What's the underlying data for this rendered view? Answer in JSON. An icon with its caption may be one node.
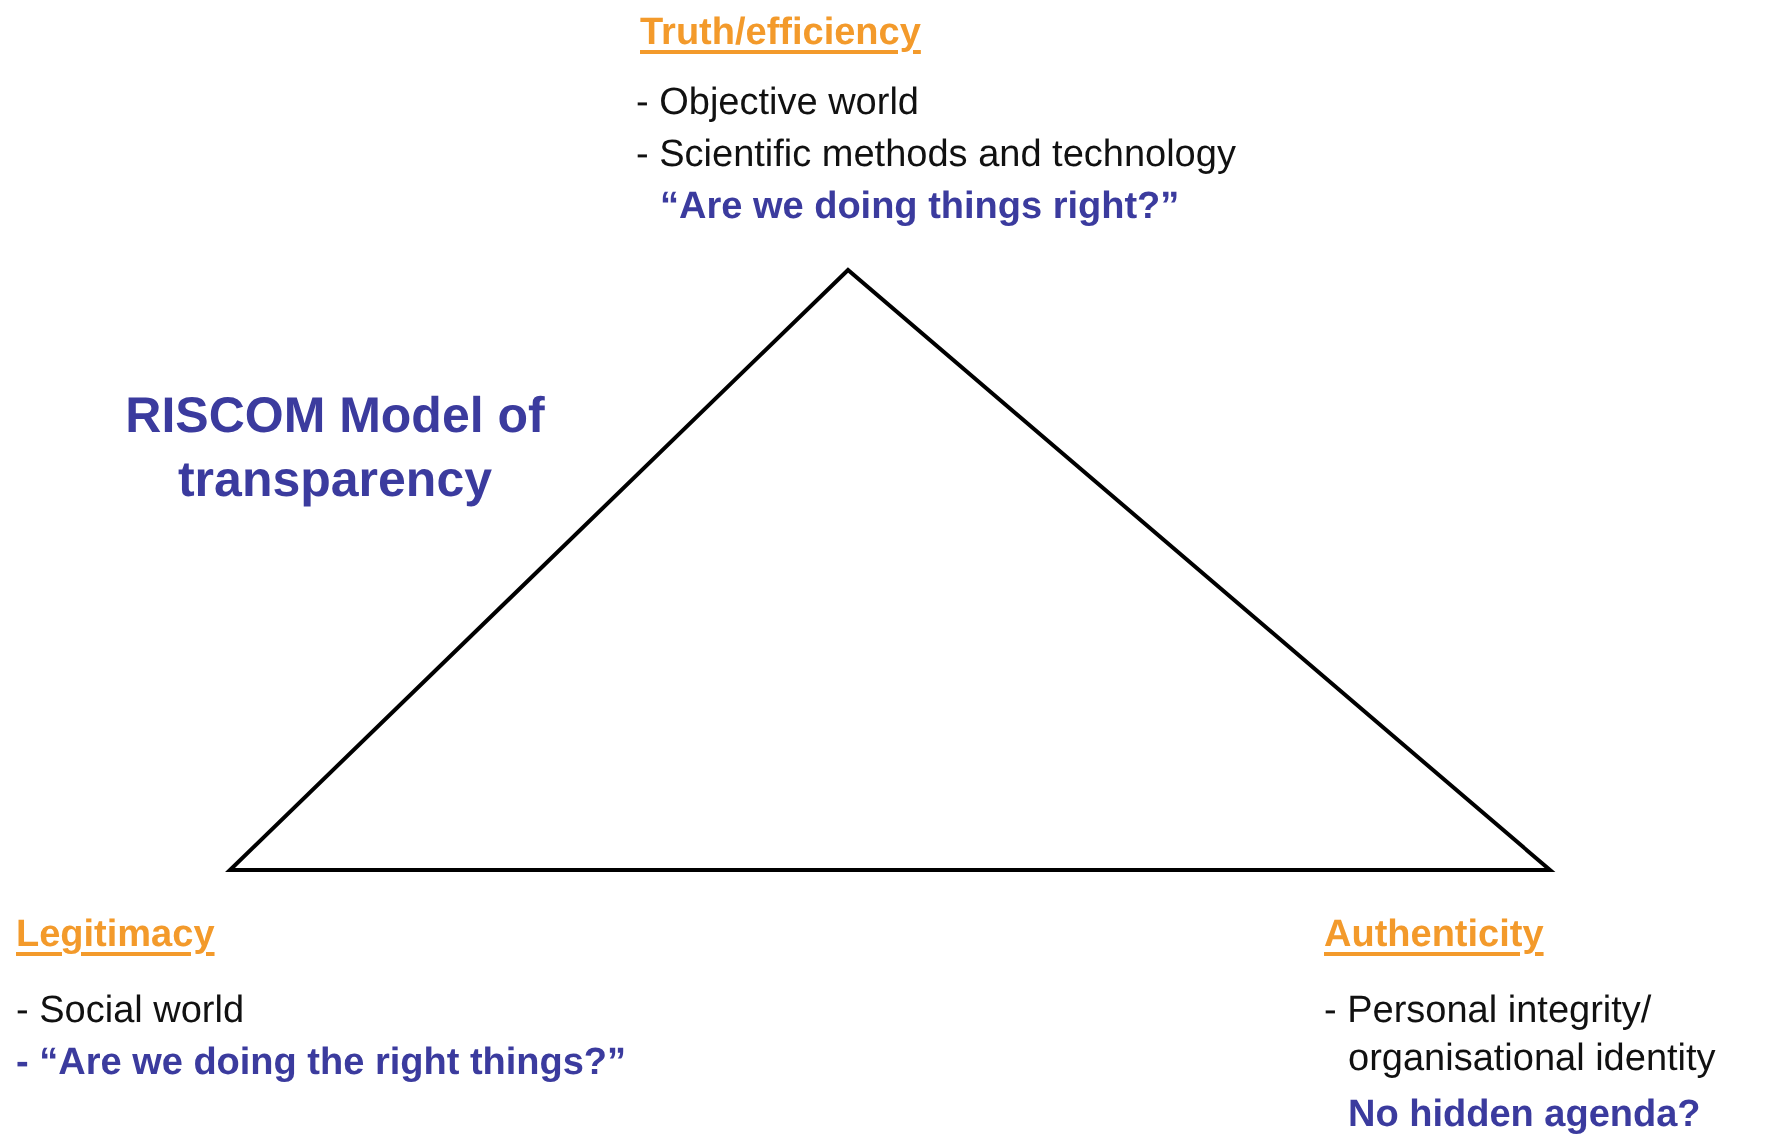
{
  "diagram": {
    "title": "RISCOM Model of transparency",
    "nodes": [
      {
        "text": [],
        "shape": "triangle"
      }
    ],
    "labels": [
      "Truth/efficiency",
      "- Objective world",
      "- Scientific methods and technology",
      "“Are we doing things right?”",
      "Legitimacy",
      "- Social world",
      "-  “Are we doing the right things?”",
      "Authenticity",
      "- Personal integrity/ organisational identity",
      "No hidden agenda?"
    ]
  }
}
